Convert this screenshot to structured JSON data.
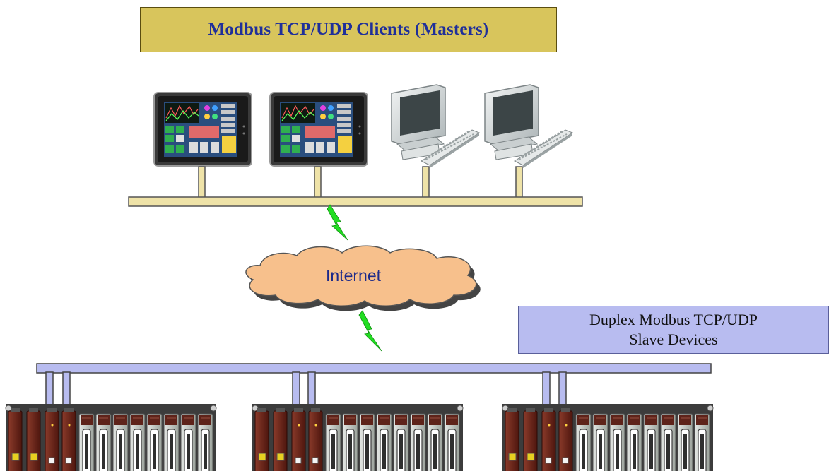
{
  "title": "Modbus TCP/UDP Clients (Masters)",
  "cloud_label": "Internet",
  "slave_label": {
    "line1": "Duplex Modbus TCP/UDP",
    "line2": "Slave Devices"
  },
  "colors": {
    "title_bg": "#d8c55c",
    "title_text": "#1f2f9a",
    "top_bus": "#efe3a8",
    "bottom_bus": "#b8bcf0",
    "cloud": "#f7c08c",
    "lightning": "#22dd22",
    "module_red": "#6b2419"
  },
  "icons": {
    "clients": [
      "touch-panel-hmi-icon",
      "touch-panel-hmi-icon",
      "desktop-pc-icon",
      "desktop-pc-icon"
    ],
    "slaves": [
      "io-rack-icon",
      "io-rack-icon",
      "io-rack-icon"
    ]
  }
}
